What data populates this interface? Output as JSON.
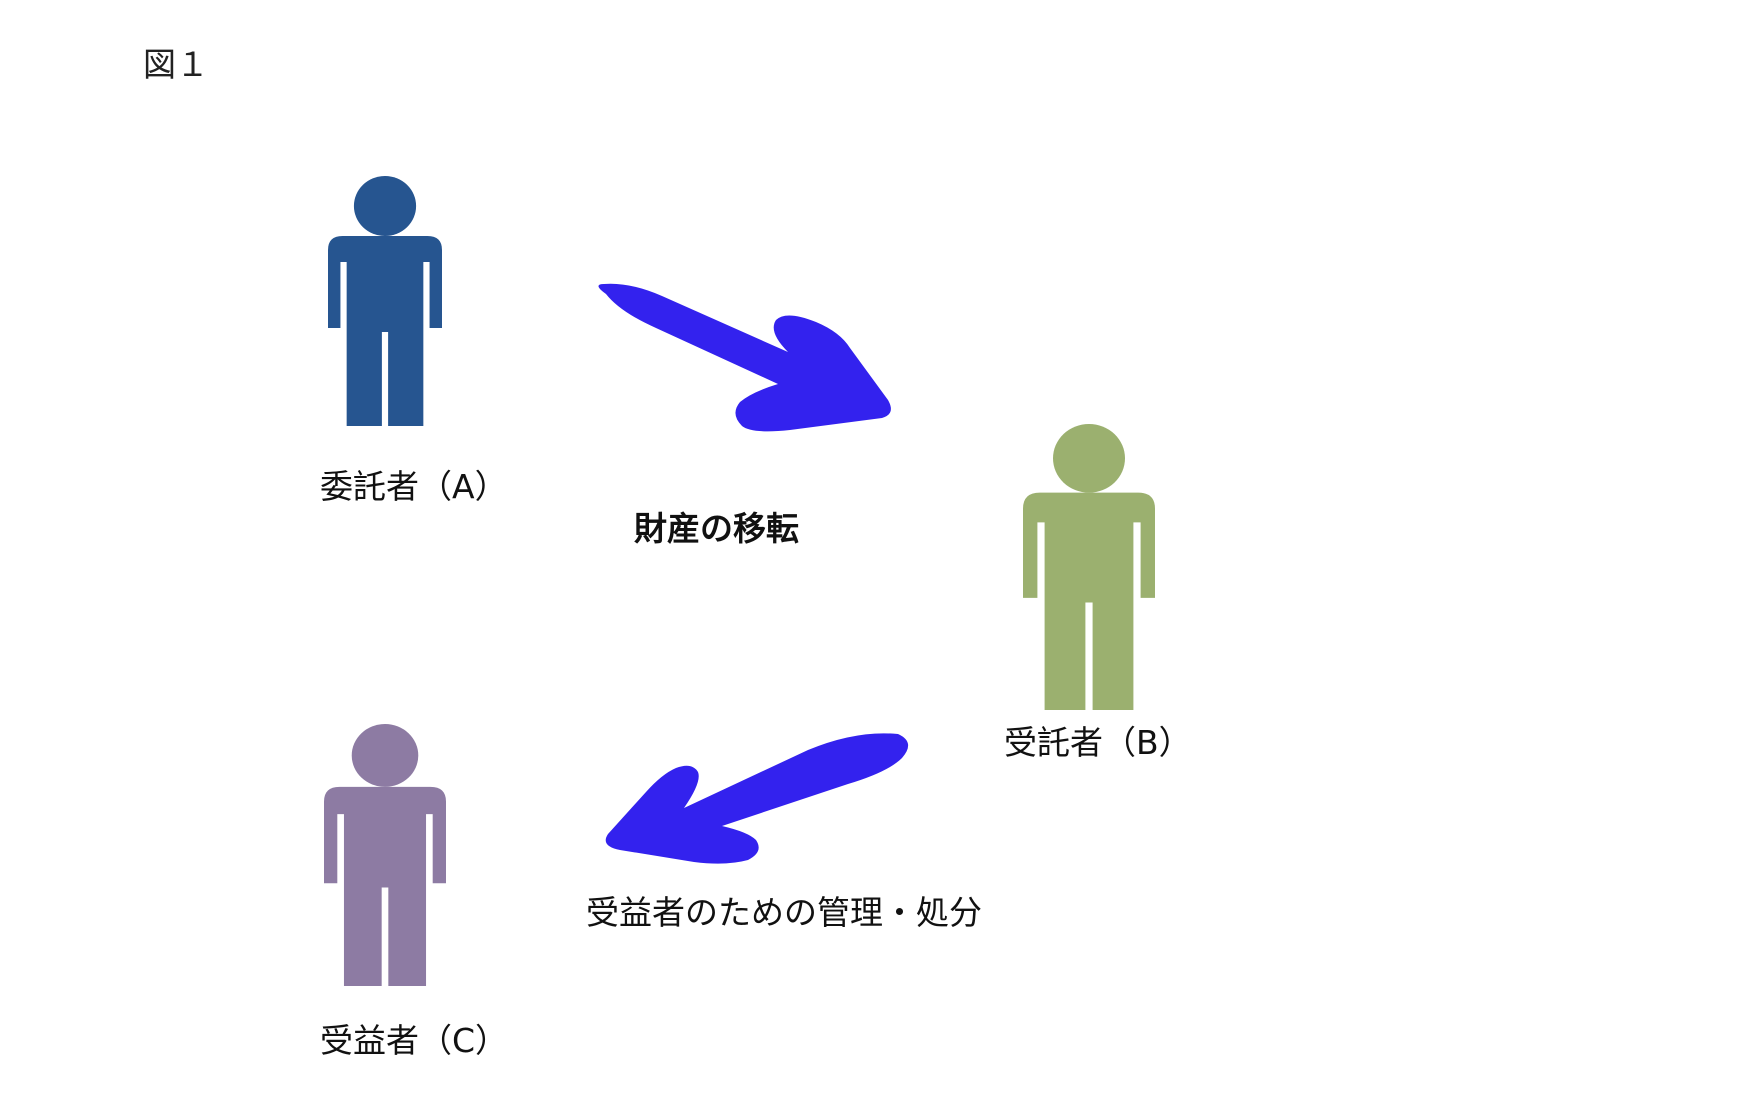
{
  "figure_label": "図１",
  "people": {
    "settlor": {
      "label": "委託者（A）",
      "color": "#265590"
    },
    "trustee": {
      "label": "受託者（B）",
      "color": "#9bb06f"
    },
    "beneficiary": {
      "label": "受益者（C）",
      "color": "#8d7ba3"
    }
  },
  "flows": {
    "transfer": {
      "label": "財産の移転",
      "color": "#3322ee"
    },
    "management": {
      "label": "受益者のための管理・処分",
      "color": "#3322ee"
    }
  }
}
